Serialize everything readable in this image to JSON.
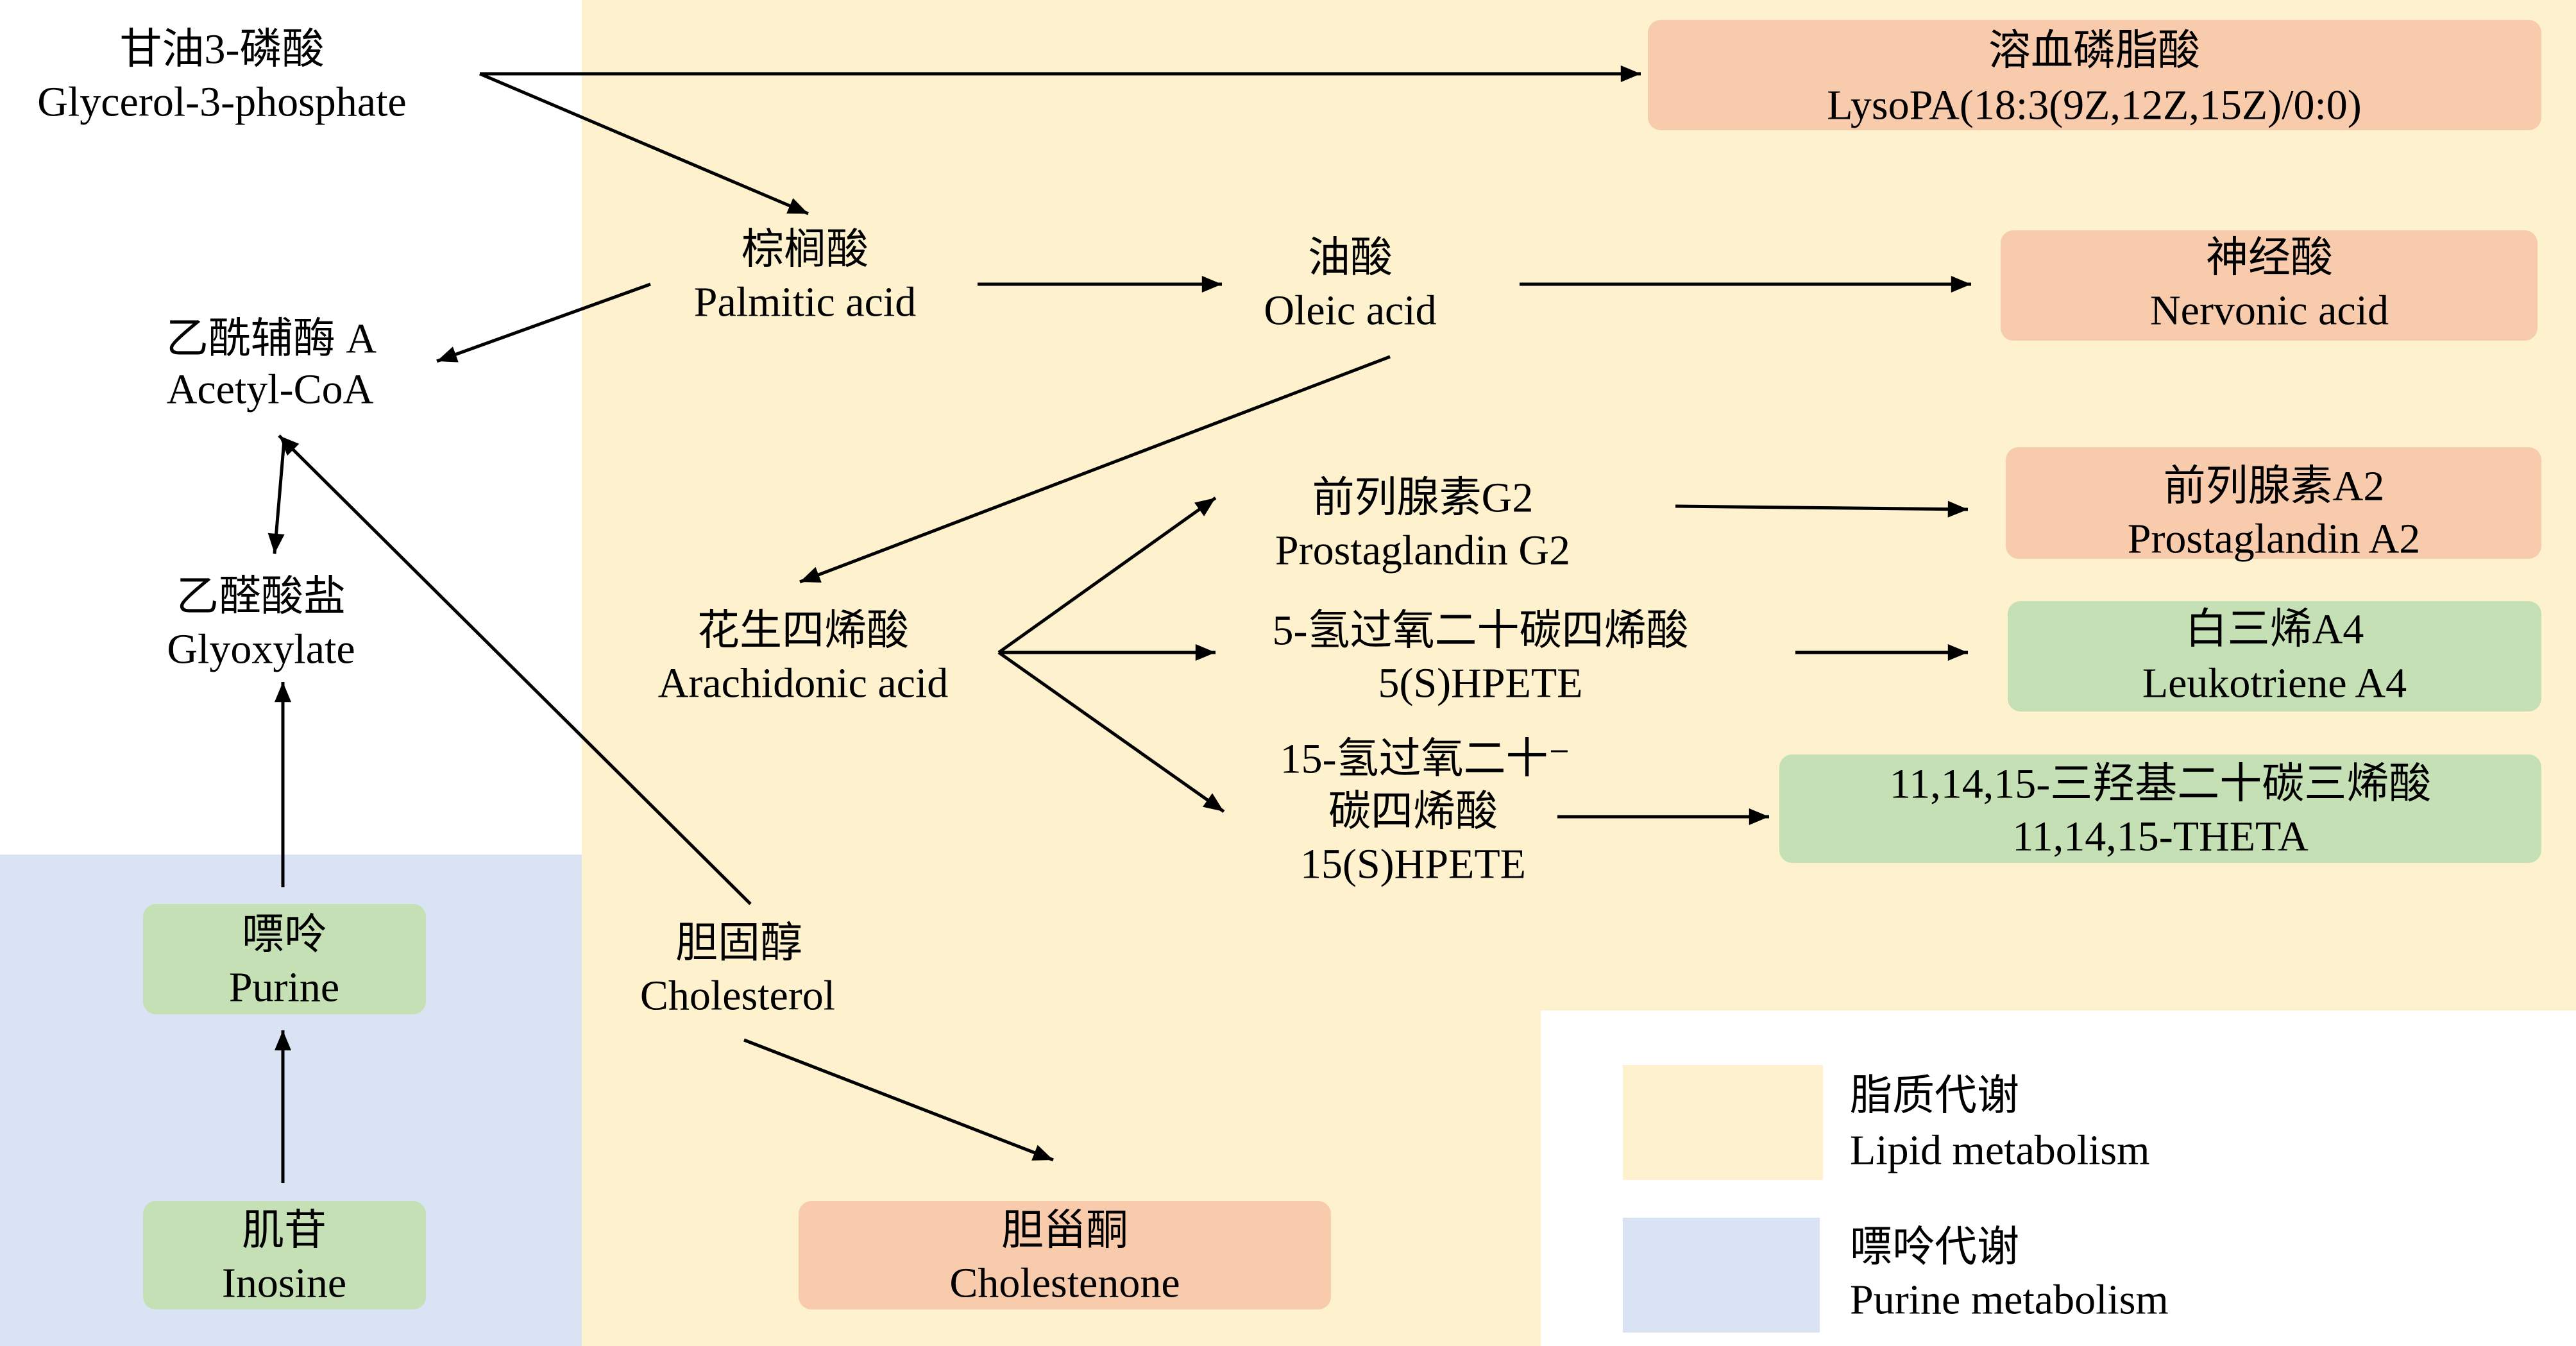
{
  "diagram": {
    "nodes": {
      "glycerol_3_phosphate": {
        "zh": "甘油3-磷酸",
        "en": "Glycerol-3-phosphate"
      },
      "lysopa": {
        "zh": "溶血磷脂酸",
        "en": "LysoPA(18:3(9Z,12Z,15Z)/0:0)"
      },
      "palmitic_acid": {
        "zh": "棕榈酸",
        "en": "Palmitic acid"
      },
      "oleic_acid": {
        "zh": "油酸",
        "en": "Oleic acid"
      },
      "nervonic_acid": {
        "zh": "神经酸",
        "en": "Nervonic acid"
      },
      "acetyl_coa": {
        "zh": "乙酰辅酶 A",
        "en": "Acetyl-CoA"
      },
      "glyoxylate": {
        "zh": "乙醛酸盐",
        "en": "Glyoxylate"
      },
      "prostaglandin_g2": {
        "zh": "前列腺素G2",
        "en": "Prostaglandin G2"
      },
      "prostaglandin_a2": {
        "zh": "前列腺素A2",
        "en": "Prostaglandin A2"
      },
      "arachidonic_acid": {
        "zh": "花生四烯酸",
        "en": "Arachidonic acid"
      },
      "hpete_5s": {
        "zh": "5-氢过氧二十碳四烯酸",
        "en": "5(S)HPETE"
      },
      "leukotriene_a4": {
        "zh": "白三烯A4",
        "en": "Leukotriene A4"
      },
      "hpete_15s": {
        "zh_line1": "15-氢过氧二十⁻",
        "zh_line2": "碳四烯酸",
        "en": "15(S)HPETE"
      },
      "theta": {
        "zh": "11,14,15-三羟基二十碳三烯酸",
        "en": "11,14,15-THETA"
      },
      "purine": {
        "zh": "嘌呤",
        "en": "Purine"
      },
      "inosine": {
        "zh": "肌苷",
        "en": "Inosine"
      },
      "cholesterol": {
        "zh": "胆固醇",
        "en": "Cholesterol"
      },
      "cholestenone": {
        "zh": "胆甾酮",
        "en": "Cholestenone"
      }
    },
    "legend": [
      {
        "zh": "脂质代谢",
        "en": "Lipid metabolism",
        "color": "#FEF1CD"
      },
      {
        "zh": "嘌呤代谢",
        "en": "Purine metabolism",
        "color": "#DAE3F3"
      }
    ],
    "colors": {
      "lipid_region": "#FEF1CD",
      "purine_region": "#DAE3F3",
      "box_orange": "#F8CBAD",
      "box_green": "#C5E0B4"
    }
  }
}
